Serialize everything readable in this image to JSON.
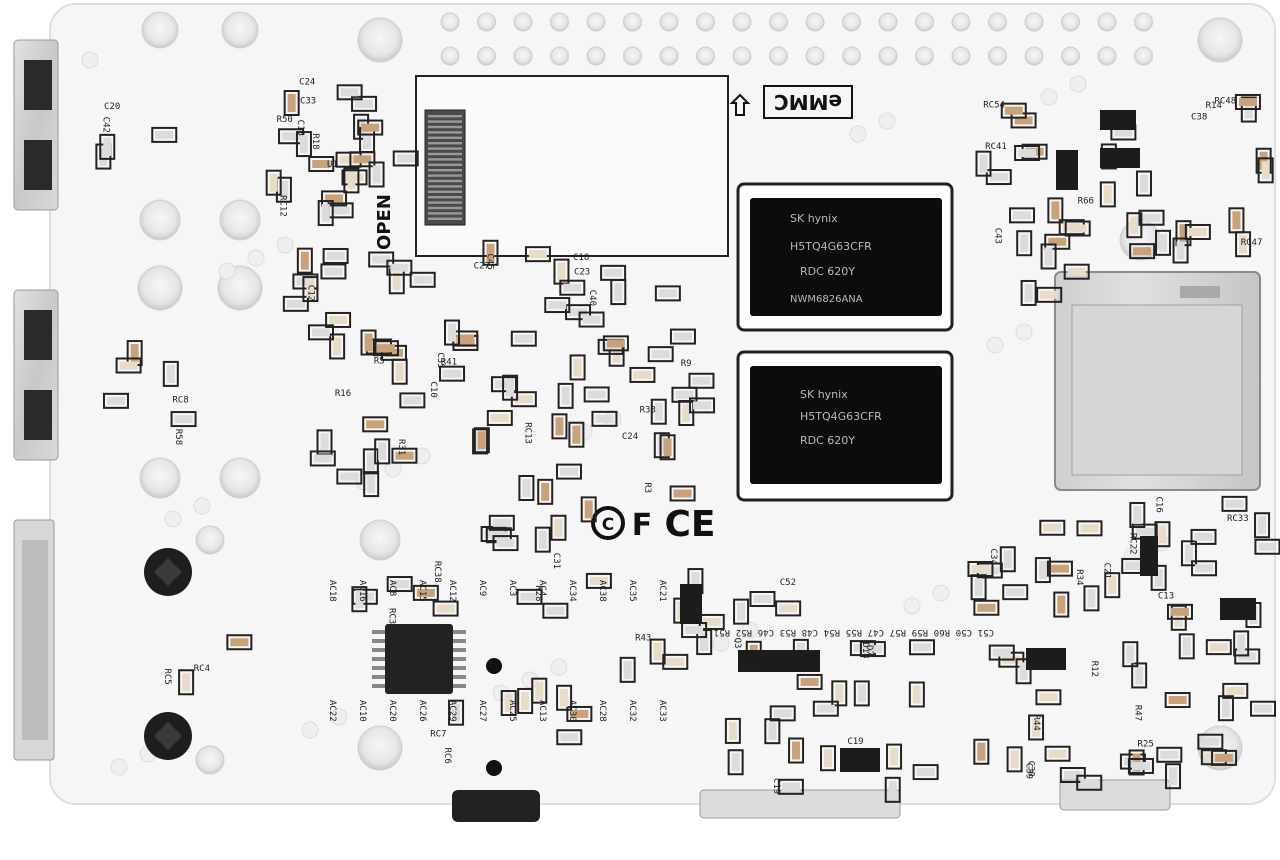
{
  "board": {
    "silkscreen": {
      "emmc_label": "eMMC",
      "open_label": "OPEN",
      "ram_chip_1": [
        "SK hynix",
        "H5TQ4G63CFR",
        "RDC   620Y",
        "NWM6826ANA"
      ],
      "ram_chip_2": [
        "SK hynix",
        "H5TQ4G63CFR",
        "RDC   620Y"
      ],
      "refdes": [
        "C15",
        "C24",
        "RC12",
        "C33",
        "R50",
        "C12",
        "R5",
        "C10",
        "R31",
        "R16",
        "C35",
        "RC13",
        "C24",
        "C18",
        "C45",
        "C27",
        "R33",
        "C23",
        "R3",
        "R41",
        "C40",
        "R9",
        "R28",
        "C31",
        "RC38",
        "RC31",
        "C52",
        "Q3",
        "R43",
        "C19",
        "D18",
        "D7",
        "R22",
        "C19",
        "R44",
        "C30",
        "C39",
        "R34",
        "C34",
        "RC33",
        "R12",
        "C16",
        "R47",
        "C21",
        "R25",
        "RC22",
        "C13",
        "RC54",
        "R66",
        "RC41",
        "C43",
        "R14",
        "RC48",
        "RC47",
        "C38",
        "C20",
        "C42",
        "R58",
        "RC8",
        "RC4",
        "RC5",
        "RC6",
        "RC7",
        "U1",
        "R18",
        "R13",
        "C41",
        "C22",
        "RC27",
        "C8",
        "C3",
        "C6",
        "R35",
        "RC3",
        "C5",
        "RC23",
        "U5",
        "C9",
        "R2",
        "C7",
        "C37",
        "R56",
        "R26",
        "D10"
      ],
      "ic_labels": [
        "AC18",
        "AC16",
        "AC8",
        "AC15",
        "AC12",
        "AC9",
        "AC3",
        "AC4",
        "AC34",
        "AC38",
        "AC35",
        "AC21",
        "AC22",
        "AC10",
        "AC20",
        "AC26",
        "AC29",
        "AC27",
        "AC25",
        "AC13",
        "AC30",
        "AC28",
        "AC32",
        "AC33"
      ],
      "bottom_refs": [
        "R51",
        "R52",
        "C46",
        "R53",
        "C48",
        "R54",
        "R55",
        "C47",
        "R57",
        "R59",
        "R60",
        "C50",
        "C51"
      ]
    }
  }
}
